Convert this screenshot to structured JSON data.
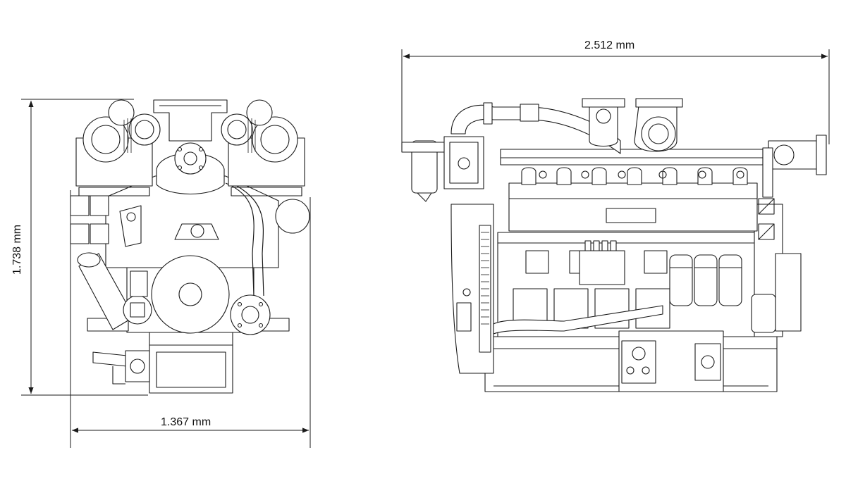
{
  "drawing": {
    "front_view": {
      "height_label": "1.738 mm",
      "width_label": "1.367 mm"
    },
    "side_view": {
      "length_label": "2.512 mm"
    },
    "colors": {
      "line": "#1a1a1a",
      "background": "#ffffff"
    }
  }
}
